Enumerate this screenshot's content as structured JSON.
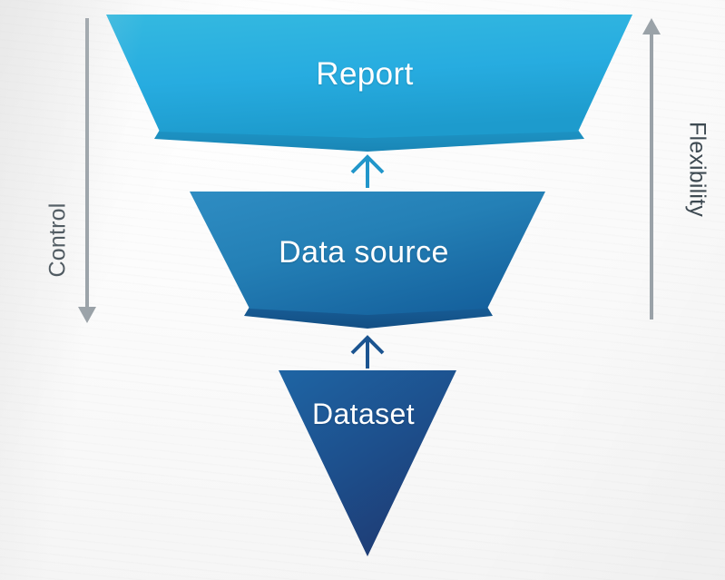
{
  "diagram": {
    "title": "Data hierarchy funnel",
    "type": "inverted-funnel",
    "background_color": "#f7f7f7",
    "levels": [
      {
        "id": "report",
        "label": "Report",
        "shape": "trapezoid",
        "order": 1,
        "fill_top": "#32b4dd",
        "fill_bottom": "#1f9ed0",
        "shadow_fill": "#1f8cbe",
        "text_color": "#ffffff"
      },
      {
        "id": "data-source",
        "label": "Data source",
        "shape": "trapezoid",
        "order": 2,
        "fill_top": "#2a87be",
        "fill_bottom": "#15619d",
        "shadow_fill": "#12558c",
        "text_color": "#ffffff"
      },
      {
        "id": "dataset",
        "label": "Dataset",
        "shape": "triangle",
        "order": 3,
        "fill_top": "#1c5f9e",
        "fill_bottom": "#1e3a72",
        "text_color": "#ffffff"
      }
    ],
    "connectors": [
      {
        "id": "dataset-to-data-source",
        "from": "dataset",
        "to": "data-source",
        "direction": "up",
        "color": "#1b5490"
      },
      {
        "id": "data-source-to-report",
        "from": "data-source",
        "to": "report",
        "direction": "up",
        "color": "#2196ca"
      }
    ],
    "axes": [
      {
        "id": "control",
        "label": "Control",
        "side": "left",
        "direction": "down",
        "color": "#9aa2a8",
        "text_color": "#3e4a52"
      },
      {
        "id": "flexibility",
        "label": "Flexibility",
        "side": "right",
        "direction": "up",
        "color": "#9aa2a8",
        "text_color": "#3e4a52"
      }
    ]
  }
}
